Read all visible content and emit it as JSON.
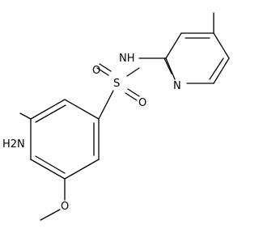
{
  "diagram": {
    "type": "chemical-structure",
    "colors": {
      "bond": "#000000",
      "label": "#000000",
      "background": "#ffffff"
    },
    "labels": {
      "amine": "H2N",
      "sulfonamide_nh": "NH",
      "sulfur": "S",
      "oxygen_top": "O",
      "oxygen_bottom": "O",
      "pyridine_n": "N",
      "methoxy_o": "O"
    }
  }
}
